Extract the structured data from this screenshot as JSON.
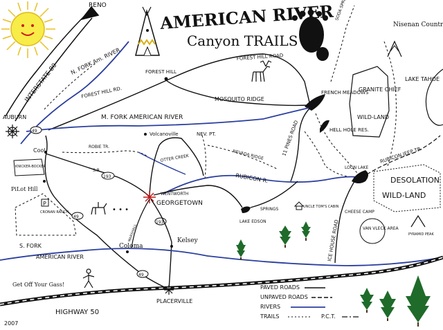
{
  "title": {
    "line1": "AMERICAN RIVER",
    "line2": "Canyon TRAILS"
  },
  "labels": {
    "reno": "RENO",
    "interstate": "INTERSTATE 80",
    "nfork": "N. FORK Am. RIVER",
    "forest_hill": "FOREST HILL",
    "forest_hill_rd": "FOREST HILL RD.",
    "forest_hill_road": "FOREST HILL ROAD",
    "mosquito_ridge": "MOSQUITO RIDGE",
    "french_meadows": "FRENCH MEADOWS",
    "hell_hole": "HELL HOLE RES.",
    "granite_chief": "GRANITE CHIEF",
    "wild_land": "WILD-LAND",
    "lake_tahoe": "LAKE TAHOE",
    "nisenan": "Nisenan Country",
    "soda_springs": "SODA SPRINGS",
    "auburn": "AUBURN",
    "mfork": "M. FORK AMERICAN RIVER",
    "volcanoville": "Volcanoville",
    "nevpt": "NEV. PT.",
    "nevada_ridge": "NEVADA RIDGE",
    "eleven_pines": "11 PINES ROAD",
    "rubicon_jeep": "RUBICON  JEEP TR.",
    "loon_lake": "LOON LAKE",
    "desolation": "DESOLATION",
    "wild_land2": "WILD-LAND",
    "cool": "Cool",
    "knickerbocker": "KNICKER-BOCKER",
    "pilot_hill": "PiLot Hill",
    "robie": "ROBIE TR.",
    "sr193": "S.R.",
    "otter_creek": "OTTER CREEK",
    "wentworth": "WENTWORTH",
    "georgetown": "GEORGETOWN",
    "rubicon_r": "RUBICON R.",
    "springs": "SPRINGS",
    "uncle_toms": "UNCLE TOM'S CABIN",
    "lake_edson": "LAKE EDSON",
    "cheese": "CHEESE CAMP",
    "van_vleck": "VAN VLECK AREA",
    "pyramid": "PYRAMID PEAK",
    "cronan": "CRONAN RANCH",
    "marshall": "MARSHALL",
    "kelsey": "Kelsey",
    "coloma": "Coloma",
    "sfork": "S. FORK",
    "american_river": "AMERICAN RIVER",
    "ice_house": "ICE HOUSE ROAD",
    "highway50": "HIGHWAY 50",
    "placerville": "PLACERVILLE",
    "get_off": "Get Off Your Gass!",
    "year": "2007"
  },
  "shields": {
    "s49a": "49",
    "s49b": "49",
    "s49c": "49",
    "s193a": "193",
    "s193b": "193"
  },
  "legend": {
    "paved": "PAVED ROADS",
    "unpaved": "UNPAVED ROADS",
    "rivers": "RIVERS",
    "trails": "TRAILS",
    "pct": "P.C.T."
  },
  "colors": {
    "river": "#2b3f9e",
    "road": "#111111",
    "sun": "#f2e43a",
    "sun_rays": "#e8c020"
  }
}
